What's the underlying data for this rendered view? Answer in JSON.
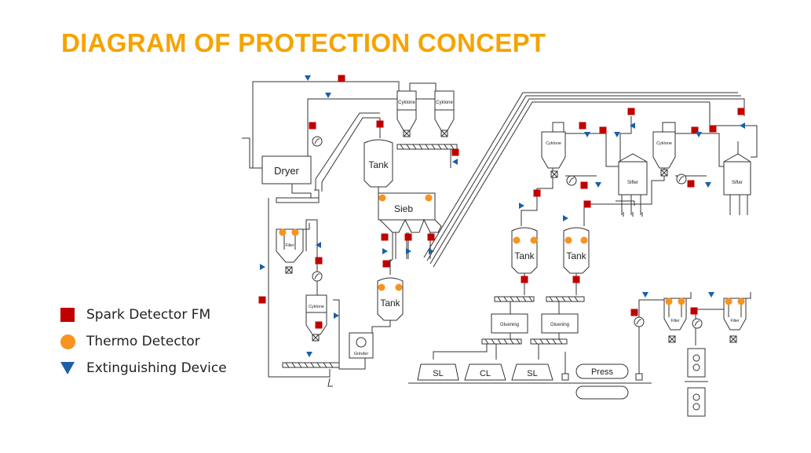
{
  "title": "DIAGRAM OF PROTECTION CONCEPT",
  "colors": {
    "title": "#f5a300",
    "spark": "#c00000",
    "thermo": "#f7931e",
    "extinguish": "#1a5fa8",
    "line": "#333333"
  },
  "legend": [
    {
      "symbol": "red-square",
      "label": "Spark Detector FM"
    },
    {
      "symbol": "orange-circle",
      "label": "Thermo Detector"
    },
    {
      "symbol": "blue-triangle",
      "label": "Extinguishing Device"
    }
  ],
  "labels": {
    "dryer": "Dryer",
    "cyklone": "Cyklone",
    "tank": "Tank",
    "sieb": "Sieb",
    "filter": "Filter",
    "grinder": "Grinder",
    "sifter": "Sifter",
    "gluening": "Gluening",
    "sl": "SL",
    "cl": "CL",
    "press": "Press"
  }
}
